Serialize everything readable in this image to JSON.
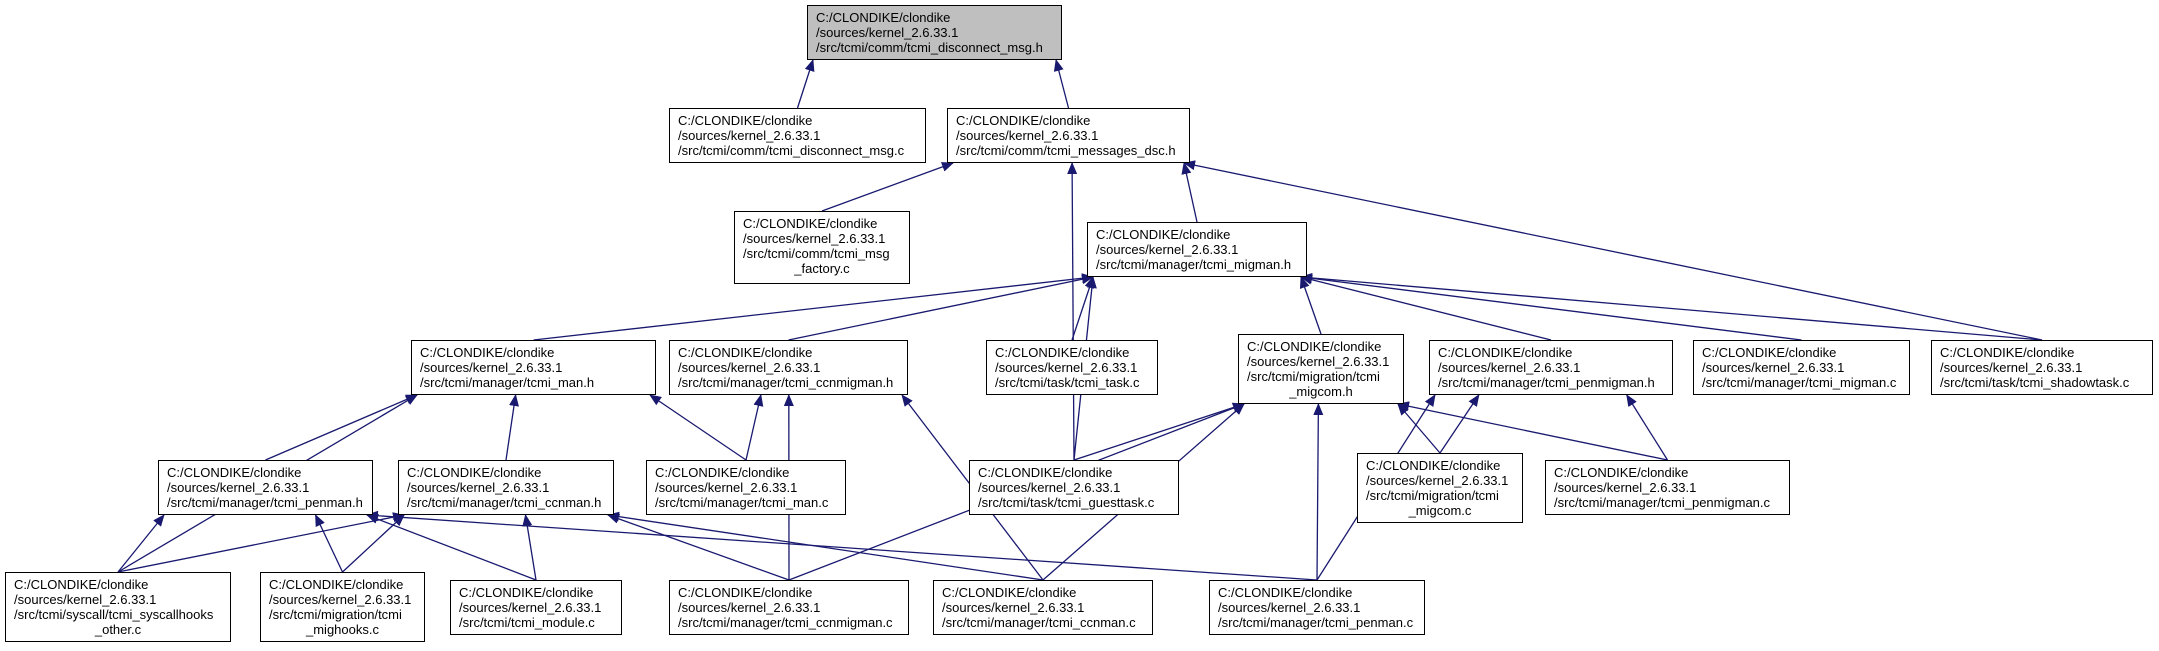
{
  "colors": {
    "edge": "#191970",
    "border": "#000000",
    "root_fill": "#bfbfbf",
    "node_fill": "#ffffff"
  },
  "nodes": {
    "disconnect_h": {
      "lines": [
        "C:/CLONDIKE/clondike",
        "/sources/kernel_2.6.33.1",
        "/src/tcmi/comm/tcmi_disconnect_msg.h"
      ]
    },
    "disconnect_c": {
      "lines": [
        "C:/CLONDIKE/clondike",
        "/sources/kernel_2.6.33.1",
        "/src/tcmi/comm/tcmi_disconnect_msg.c"
      ]
    },
    "messages_dsc": {
      "lines": [
        "C:/CLONDIKE/clondike",
        "/sources/kernel_2.6.33.1",
        "/src/tcmi/comm/tcmi_messages_dsc.h"
      ]
    },
    "msg_factory": {
      "lines": [
        "C:/CLONDIKE/clondike",
        "/sources/kernel_2.6.33.1",
        "/src/tcmi/comm/tcmi_msg",
        "_factory.c"
      ]
    },
    "migman_h": {
      "lines": [
        "C:/CLONDIKE/clondike",
        "/sources/kernel_2.6.33.1",
        "/src/tcmi/manager/tcmi_migman.h"
      ]
    },
    "man_h": {
      "lines": [
        "C:/CLONDIKE/clondike",
        "/sources/kernel_2.6.33.1",
        "/src/tcmi/manager/tcmi_man.h"
      ]
    },
    "ccnmigman_h": {
      "lines": [
        "C:/CLONDIKE/clondike",
        "/sources/kernel_2.6.33.1",
        "/src/tcmi/manager/tcmi_ccnmigman.h"
      ]
    },
    "task_c": {
      "lines": [
        "C:/CLONDIKE/clondike",
        "/sources/kernel_2.6.33.1",
        "/src/tcmi/task/tcmi_task.c"
      ]
    },
    "migcom_h": {
      "lines": [
        "C:/CLONDIKE/clondike",
        "/sources/kernel_2.6.33.1",
        "/src/tcmi/migration/tcmi",
        "_migcom.h"
      ]
    },
    "penmigman_h": {
      "lines": [
        "C:/CLONDIKE/clondike",
        "/sources/kernel_2.6.33.1",
        "/src/tcmi/manager/tcmi_penmigman.h"
      ]
    },
    "migman_c": {
      "lines": [
        "C:/CLONDIKE/clondike",
        "/sources/kernel_2.6.33.1",
        "/src/tcmi/manager/tcmi_migman.c"
      ]
    },
    "shadowtask_c": {
      "lines": [
        "C:/CLONDIKE/clondike",
        "/sources/kernel_2.6.33.1",
        "/src/tcmi/task/tcmi_shadowtask.c"
      ]
    },
    "penman_h": {
      "lines": [
        "C:/CLONDIKE/clondike",
        "/sources/kernel_2.6.33.1",
        "/src/tcmi/manager/tcmi_penman.h"
      ]
    },
    "ccnman_h": {
      "lines": [
        "C:/CLONDIKE/clondike",
        "/sources/kernel_2.6.33.1",
        "/src/tcmi/manager/tcmi_ccnman.h"
      ]
    },
    "man_c": {
      "lines": [
        "C:/CLONDIKE/clondike",
        "/sources/kernel_2.6.33.1",
        "/src/tcmi/manager/tcmi_man.c"
      ]
    },
    "guesttask_c": {
      "lines": [
        "C:/CLONDIKE/clondike",
        "/sources/kernel_2.6.33.1",
        "/src/tcmi/task/tcmi_guesttask.c"
      ]
    },
    "migcom_c": {
      "lines": [
        "C:/CLONDIKE/clondike",
        "/sources/kernel_2.6.33.1",
        "/src/tcmi/migration/tcmi",
        "_migcom.c"
      ]
    },
    "penmigman_c": {
      "lines": [
        "C:/CLONDIKE/clondike",
        "/sources/kernel_2.6.33.1",
        "/src/tcmi/manager/tcmi_penmigman.c"
      ]
    },
    "syscallhooks": {
      "lines": [
        "C:/CLONDIKE/clondike",
        "/sources/kernel_2.6.33.1",
        "/src/tcmi/syscall/tcmi_syscallhooks",
        "_other.c"
      ]
    },
    "mighooks": {
      "lines": [
        "C:/CLONDIKE/clondike",
        "/sources/kernel_2.6.33.1",
        "/src/tcmi/migration/tcmi",
        "_mighooks.c"
      ]
    },
    "module_c": {
      "lines": [
        "C:/CLONDIKE/clondike",
        "/sources/kernel_2.6.33.1",
        "/src/tcmi/tcmi_module.c"
      ]
    },
    "ccnmigman_c": {
      "lines": [
        "C:/CLONDIKE/clondike",
        "/sources/kernel_2.6.33.1",
        "/src/tcmi/manager/tcmi_ccnmigman.c"
      ]
    },
    "ccnman_c": {
      "lines": [
        "C:/CLONDIKE/clondike",
        "/sources/kernel_2.6.33.1",
        "/src/tcmi/manager/tcmi_ccnman.c"
      ]
    },
    "penman_c": {
      "lines": [
        "C:/CLONDIKE/clondike",
        "/sources/kernel_2.6.33.1",
        "/src/tcmi/manager/tcmi_penman.c"
      ]
    }
  },
  "edges": [
    [
      "disconnect_c",
      "disconnect_h"
    ],
    [
      "messages_dsc",
      "disconnect_h"
    ],
    [
      "msg_factory",
      "messages_dsc"
    ],
    [
      "migman_h",
      "messages_dsc"
    ],
    [
      "guesttask_c",
      "messages_dsc"
    ],
    [
      "shadowtask_c",
      "messages_dsc"
    ],
    [
      "man_h",
      "migman_h"
    ],
    [
      "ccnmigman_h",
      "migman_h"
    ],
    [
      "task_c",
      "migman_h"
    ],
    [
      "migcom_h",
      "migman_h"
    ],
    [
      "penmigman_h",
      "migman_h"
    ],
    [
      "migman_c",
      "migman_h"
    ],
    [
      "shadowtask_c",
      "migman_h"
    ],
    [
      "guesttask_c",
      "migman_h"
    ],
    [
      "penman_h",
      "man_h"
    ],
    [
      "ccnman_h",
      "man_h"
    ],
    [
      "man_c",
      "man_h"
    ],
    [
      "syscallhooks",
      "man_h"
    ],
    [
      "man_c",
      "ccnmigman_h"
    ],
    [
      "ccnmigman_c",
      "ccnmigman_h"
    ],
    [
      "ccnman_c",
      "ccnmigman_h"
    ],
    [
      "guesttask_c",
      "migcom_h"
    ],
    [
      "migcom_c",
      "migcom_h"
    ],
    [
      "penmigman_c",
      "migcom_h"
    ],
    [
      "ccnmigman_c",
      "migcom_h"
    ],
    [
      "ccnman_c",
      "migcom_h"
    ],
    [
      "penman_c",
      "migcom_h"
    ],
    [
      "migcom_c",
      "penmigman_h"
    ],
    [
      "penmigman_c",
      "penmigman_h"
    ],
    [
      "penman_c",
      "penmigman_h"
    ],
    [
      "syscallhooks",
      "penman_h"
    ],
    [
      "mighooks",
      "penman_h"
    ],
    [
      "module_c",
      "penman_h"
    ],
    [
      "penman_c",
      "penman_h"
    ],
    [
      "syscallhooks",
      "ccnman_h"
    ],
    [
      "mighooks",
      "ccnman_h"
    ],
    [
      "module_c",
      "ccnman_h"
    ],
    [
      "ccnmigman_c",
      "ccnman_h"
    ],
    [
      "ccnman_c",
      "ccnman_h"
    ]
  ]
}
